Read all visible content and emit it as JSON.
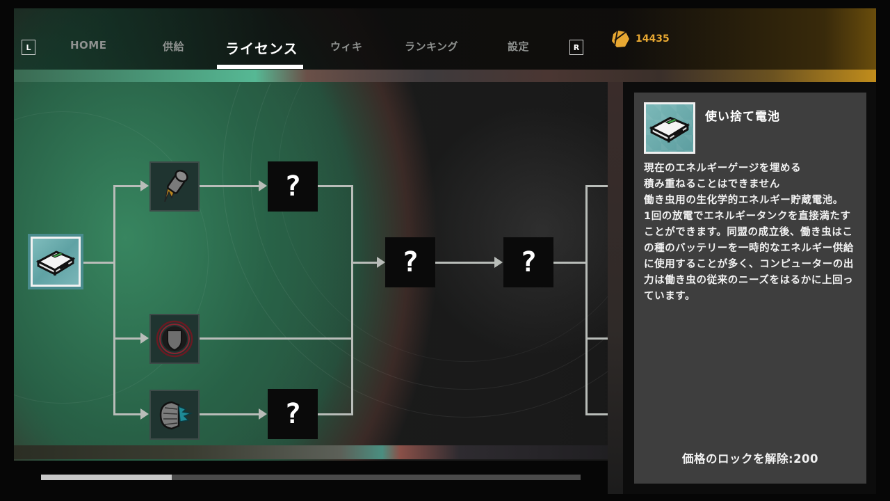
{
  "nav": {
    "left_button": "L",
    "right_button": "R",
    "tabs": [
      {
        "label": "HOME",
        "active": false
      },
      {
        "label": "供給",
        "active": false
      },
      {
        "label": "ライセンス",
        "active": true
      },
      {
        "label": "ウィキ",
        "active": false
      },
      {
        "label": "ランキング",
        "active": false
      },
      {
        "label": "設定",
        "active": false
      }
    ],
    "currency": {
      "icon": "crystal-icon",
      "value": "14435",
      "color": "#e8a832"
    }
  },
  "tree": {
    "nodes": [
      {
        "id": "battery",
        "state": "selected",
        "icon": "battery-icon"
      },
      {
        "id": "rocket",
        "state": "unlocked",
        "icon": "rocket-icon"
      },
      {
        "id": "shield",
        "state": "unlocked",
        "icon": "shield-icon"
      },
      {
        "id": "fist",
        "state": "unlocked",
        "icon": "punch-icon"
      },
      {
        "id": "locked-1",
        "state": "locked",
        "label": "?"
      },
      {
        "id": "locked-2",
        "state": "locked",
        "label": "?"
      },
      {
        "id": "locked-3",
        "state": "locked",
        "label": "?"
      },
      {
        "id": "locked-4",
        "state": "locked",
        "label": "?"
      }
    ],
    "scroll_progress_percent": 24
  },
  "detail": {
    "title": "使い捨て電池",
    "icon": "battery-icon",
    "description": "現在のエネルギーゲージを埋める\n積み重ねることはできません\n働き虫用の生化学的エネルギー貯蔵電池。\n1回の放電でエネルギータンクを直接満たすことができます。同盟の成立後、働き虫はこの種のバッテリーを一時的なエネルギー供給に使用することが多く、コンピューターの出力は働き虫の従来のニーズをはるかに上回っています。",
    "price_label": "価格のロックを解除:200"
  }
}
